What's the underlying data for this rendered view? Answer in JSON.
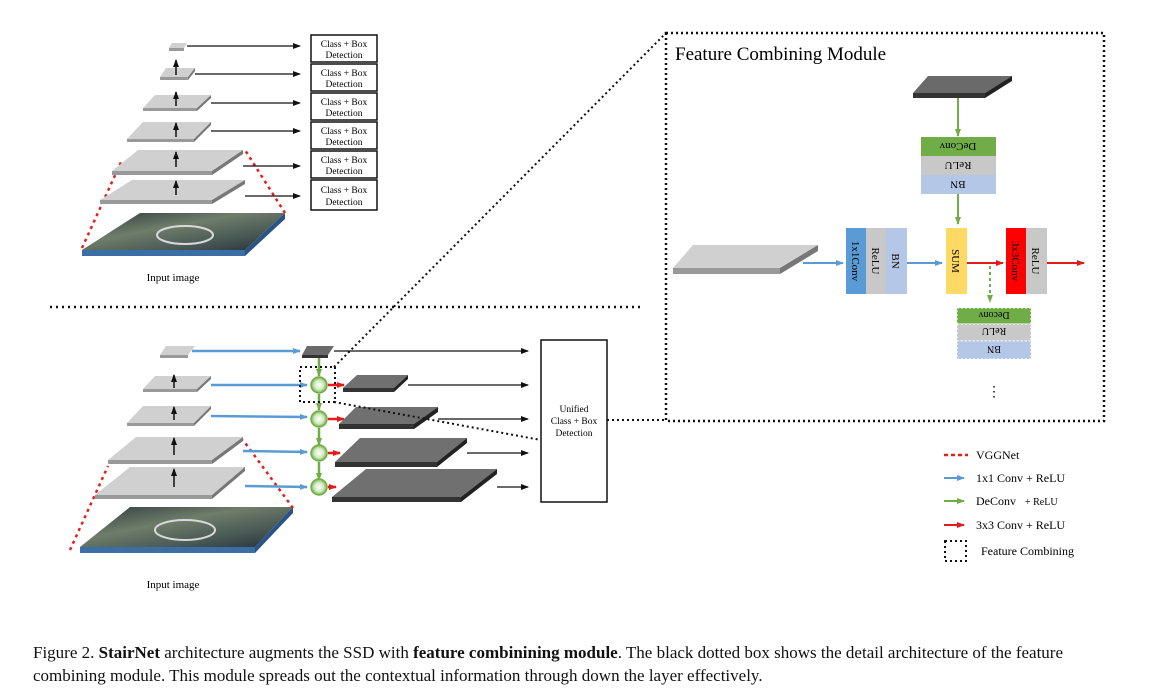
{
  "top_diagram": {
    "detection_box_label_line1": "Class + Box",
    "detection_box_label_line2": "Detection",
    "input_label": "Input image"
  },
  "bottom_diagram": {
    "unified_line1": "Unified",
    "unified_line2": "Class + Box",
    "unified_line3": "Detection",
    "input_label": "Input image"
  },
  "module": {
    "title": "Feature Combining Module",
    "blocks": {
      "deconv": "DeConv",
      "relu": "ReLU",
      "bn": "BN",
      "conv1x1": "1x1Conv",
      "sum": "SUM",
      "conv3x3": "3x3Conv",
      "deconv_lower": "Deconv",
      "dots": "⋮"
    }
  },
  "legend": {
    "items": [
      {
        "label": "VGGNet",
        "color": "#e0201b"
      },
      {
        "label": "1x1 Conv + ReLU",
        "color": "#5b9bd5"
      },
      {
        "label": "DeConv",
        "sub": "+ ReLU",
        "color": "#70ad47"
      },
      {
        "label": "3x3 Conv + ReLU",
        "color": "#e31b1b"
      },
      {
        "label": "Feature Combining",
        "color": "#111111"
      }
    ]
  },
  "caption": {
    "prefix": "Figure 2. ",
    "bold1": "StairNet",
    "mid1": " architecture augments the SSD with ",
    "bold2": "feature combinining module",
    "rest": ". The black dotted box shows the detail architecture of the feature combining module. This module spreads out the contextual information through down the layer effectively."
  }
}
